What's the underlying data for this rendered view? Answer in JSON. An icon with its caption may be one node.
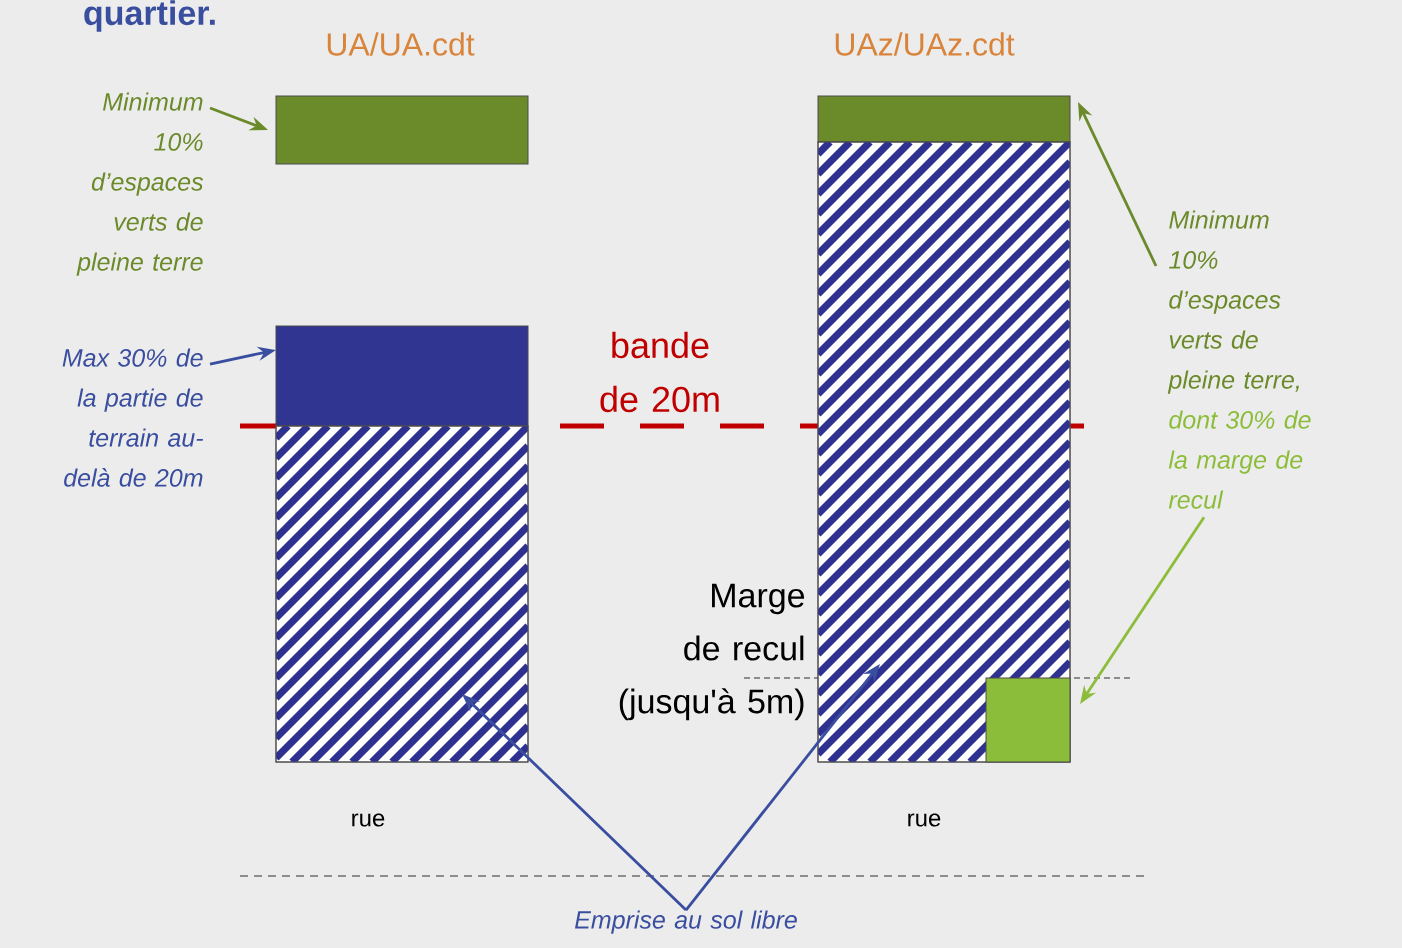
{
  "diagram": {
    "nodes": [
      {
        "text": [
          "Minimum 10% d’espaces verts de pleine terre"
        ]
      },
      {
        "text": [],
        "shape": "box"
      },
      {
        "text": [
          "Max 30% de la partie de terrain au-delà de 20m"
        ]
      },
      {
        "text": [],
        "shape": "box"
      },
      {
        "text": [],
        "shape": "box"
      },
      {
        "text": [],
        "shape": "box"
      },
      {
        "text": [
          "Minimum 10% d’espaces verts de pleine terre,",
          "dont 30% de la marge de recul"
        ]
      },
      {
        "text": [],
        "shape": "box"
      },
      {
        "text": [],
        "shape": "box",
        "in": 7
      },
      {
        "text": [
          "Emprise au sol libre"
        ]
      }
    ],
    "edges": [
      {
        "from": 0,
        "to": 1,
        "arrow": "to",
        "color": "#6b8a2a"
      },
      {
        "from": 2,
        "to": 3,
        "arrow": "to",
        "color": "#3a4ea0"
      },
      {
        "from": 6,
        "to": 5,
        "arrow": "to",
        "color": "#6b8a2a"
      },
      {
        "from": 6,
        "to": 8,
        "arrow": "to",
        "color": "#8cbd3a"
      },
      {
        "from": 9,
        "to": 4,
        "arrow": "to",
        "color": "#3a4ea0"
      },
      {
        "from": 9,
        "to": 7,
        "arrow": "to",
        "color": "#3a4ea0"
      }
    ],
    "labels": [
      "quartier.",
      "UA/UA.cdt",
      "UAz/UAz.cdt",
      "bande de 20m",
      "Marge de recul (jusqu'à 5m)",
      "rue",
      "rue"
    ]
  }
}
